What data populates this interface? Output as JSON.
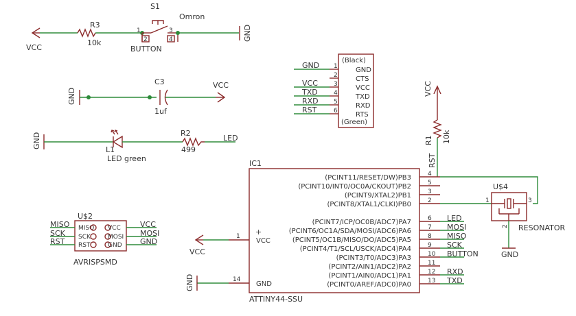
{
  "supplies": {
    "vcc_r3": "VCC",
    "gnd_s1": "GND",
    "gnd_c3": "GND",
    "vcc_c3": "VCC",
    "gnd_l1": "GND",
    "vcc_r1": "VCC",
    "vcc_ic": "VCC",
    "gnd_ic": "GND",
    "gnd_res": "GND"
  },
  "r3": {
    "name": "R3",
    "value": "10k"
  },
  "s1": {
    "name": "S1",
    "value": "Omron",
    "part": "BUTTON",
    "pins": [
      "1",
      "2",
      "3",
      "4"
    ]
  },
  "c3": {
    "name": "C3",
    "value": "1uf"
  },
  "l1": {
    "name": "L1",
    "value": "LED green"
  },
  "r2": {
    "name": "R2",
    "value": "499",
    "net": "LED"
  },
  "r1": {
    "name": "R1",
    "value": "10k",
    "net": "RST"
  },
  "ftdi": {
    "top": "(Black)",
    "bottom": "(Green)",
    "pins": [
      {
        "num": "1",
        "name": "GND",
        "net": "GND"
      },
      {
        "num": "2",
        "name": "CTS",
        "net": ""
      },
      {
        "num": "3",
        "name": "VCC",
        "net": "VCC"
      },
      {
        "num": "4",
        "name": "TXD",
        "net": "TXD"
      },
      {
        "num": "5",
        "name": "RXD",
        "net": "RXD"
      },
      {
        "num": "6",
        "name": "RTS",
        "net": "RST"
      }
    ]
  },
  "isp": {
    "name": "U$2",
    "part": "AVRISPSMD",
    "left": [
      {
        "pin": "MISO",
        "net": "MISO"
      },
      {
        "pin": "SCK",
        "net": "SCK"
      },
      {
        "pin": "RST",
        "net": "RST"
      }
    ],
    "right": [
      {
        "pin": "VCC",
        "net": "VCC"
      },
      {
        "pin": "MOSI",
        "net": "MOSI"
      },
      {
        "pin": "GND",
        "net": "GND"
      }
    ]
  },
  "ic1": {
    "name": "IC1",
    "part": "ATTINY44-SSU",
    "left_pins": [
      {
        "num": "1",
        "name": "VCC"
      },
      {
        "num": "14",
        "name": "GND"
      }
    ],
    "plus": "+",
    "right_pins": [
      {
        "num": "4",
        "name": "(PCINT11/RESET/DW)PB3",
        "net": ""
      },
      {
        "num": "5",
        "name": "(PCINT10/INT0/OC0A/CKOUT)PB2",
        "net": ""
      },
      {
        "num": "3",
        "name": "(PCINT9/XTAL2)PB1",
        "net": ""
      },
      {
        "num": "2",
        "name": "(PCINT8/XTAL1/CLKI)PB0",
        "net": ""
      },
      {
        "num": "6",
        "name": "(PCINT7/ICP/OC0B/ADC7)PA7",
        "net": "LED"
      },
      {
        "num": "7",
        "name": "(PCINT6/OC1A/SDA/MOSI/ADC6)PA6",
        "net": "MOSI"
      },
      {
        "num": "8",
        "name": "(PCINT5/OC1B/MISO/DO/ADC5)PA5",
        "net": "MISO"
      },
      {
        "num": "9",
        "name": "(PCINT4/T1/SCL/USCK/ADC4)PA4",
        "net": "SCK"
      },
      {
        "num": "10",
        "name": "(PCINT3/T0/ADC3)PA3",
        "net": "BUTTON"
      },
      {
        "num": "11",
        "name": "(PCINT2/AIN1/ADC2)PA2",
        "net": ""
      },
      {
        "num": "12",
        "name": "(PCINT1/AIN0/ADC1)PA1",
        "net": "RXD"
      },
      {
        "num": "13",
        "name": "(PCINT0/AREF/ADC0)PA0",
        "net": "TXD"
      }
    ]
  },
  "res": {
    "name": "U$4",
    "part": "RESONATOR",
    "pins": [
      "1",
      "2",
      "3"
    ]
  },
  "colors": {
    "symbol": "#8b2b2b",
    "wire": "#2e8b3a",
    "text": "#333333",
    "background": "#ffffff"
  }
}
